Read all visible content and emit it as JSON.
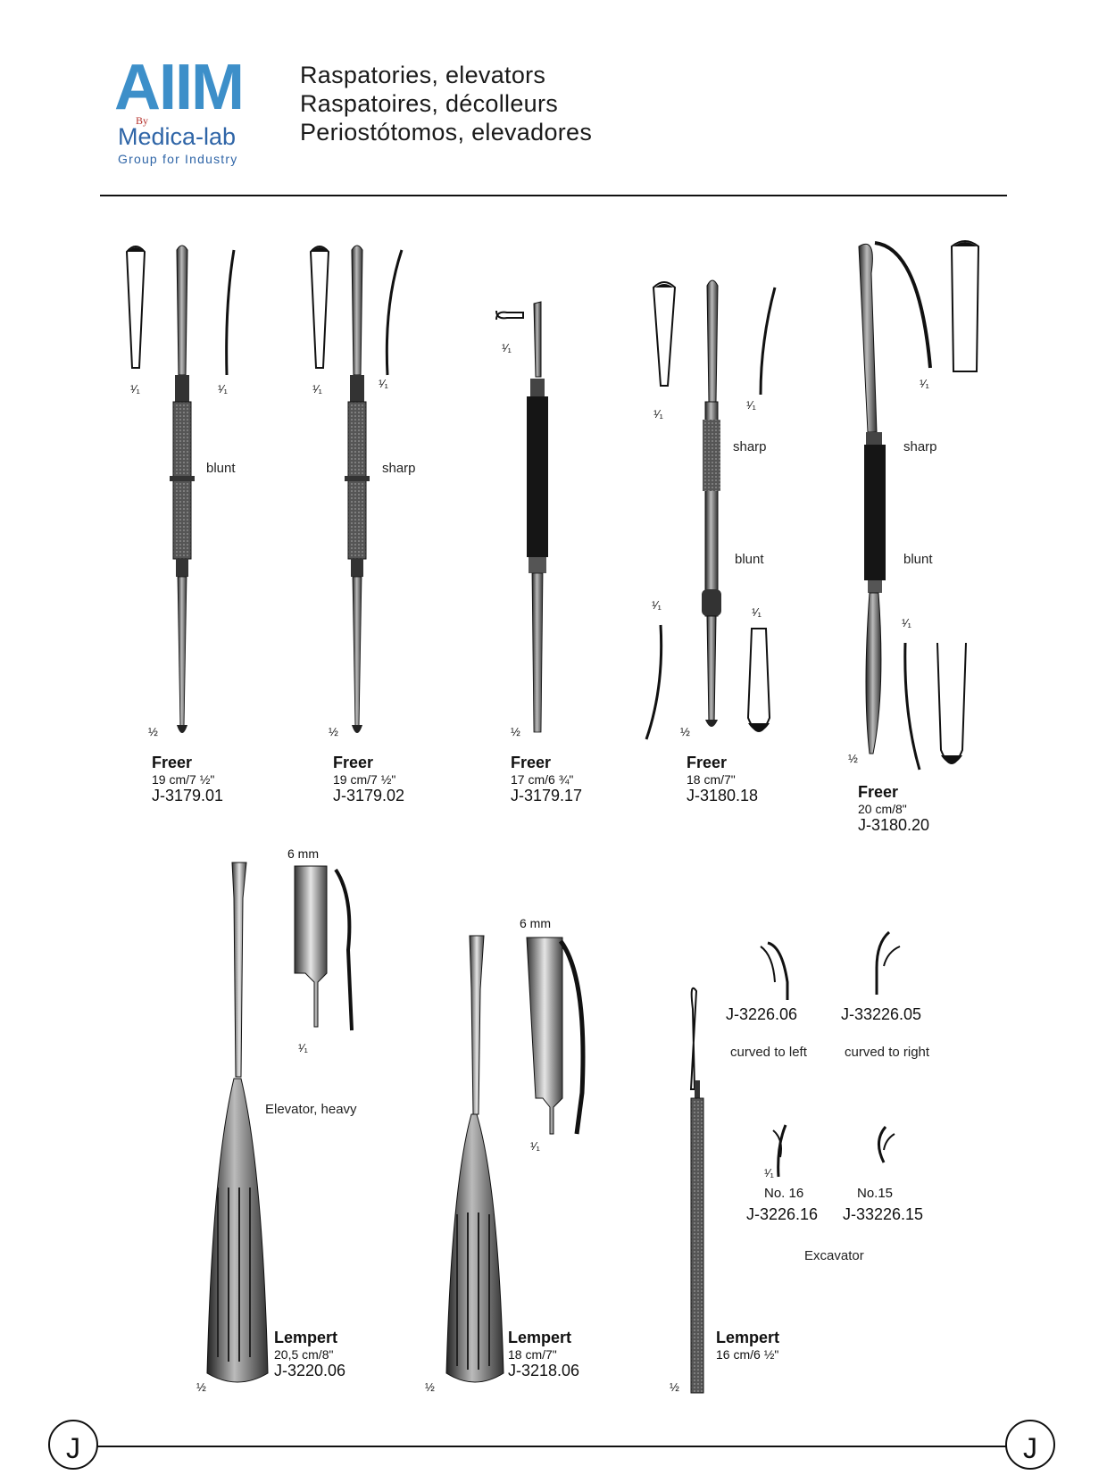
{
  "header": {
    "logo": {
      "main": "AIIM",
      "by": "By",
      "sub": "Medica-lab",
      "tagline": "Group for Industry"
    },
    "titles": [
      "Raspatories, elevators",
      "Raspatoires, décolleurs",
      "Periostótomos, elevadores"
    ]
  },
  "products": [
    {
      "name": "Freer",
      "size": "19 cm/7 ½\"",
      "code": "J-3179.01",
      "label": "blunt"
    },
    {
      "name": "Freer",
      "size": "19 cm/7 ½\"",
      "code": "J-3179.02",
      "label": "sharp"
    },
    {
      "name": "Freer",
      "size": "17 cm/6 ¾\"",
      "code": "J-3179.17"
    },
    {
      "name": "Freer",
      "size": "18 cm/7\"",
      "code": "J-3180.18",
      "labels": [
        "sharp",
        "blunt"
      ]
    },
    {
      "name": "Freer",
      "size": "20 cm/8\"",
      "code": "J-3180.20",
      "labels": [
        "sharp",
        "blunt"
      ]
    }
  ],
  "lempert": [
    {
      "name": "Lempert",
      "size": "20,5 cm/8\"",
      "code": "J-3220.06",
      "label": "Elevator, heavy",
      "tip": "6 mm"
    },
    {
      "name": "Lempert",
      "size": "18 cm/7\"",
      "code": "J-3218.06",
      "tip": "6 mm"
    },
    {
      "name": "Lempert",
      "size": "16 cm/6 ½\""
    }
  ],
  "excavators": {
    "title": "Excavator",
    "items": [
      {
        "code": "J-3226.06",
        "label": "curved to left"
      },
      {
        "code": "J-33226.05",
        "label": "curved to right"
      },
      {
        "code": "J-3226.16",
        "label": "No. 16"
      },
      {
        "code": "J-33226.15",
        "label": "No.15"
      }
    ]
  },
  "scales": {
    "full": "¹⁄₁",
    "half": "½"
  },
  "footer": {
    "tab_letter": "J"
  }
}
